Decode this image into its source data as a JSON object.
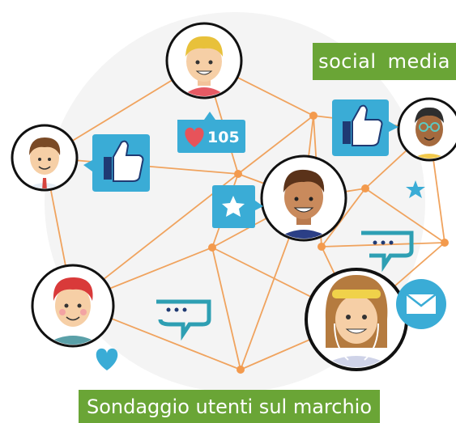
{
  "badges": {
    "top_label": "social  media",
    "bottom_label": "Sondaggio utenti sul marchio"
  },
  "like_counter": {
    "count": "105",
    "icon": "heart-icon"
  },
  "colors": {
    "network_line": "#f0a35e",
    "network_node": "#f39a4d",
    "bubble_blue": "#3aacd6",
    "icon_navy": "#1f3a73",
    "label_green": "#6aa536",
    "heart_red": "#e7535a",
    "chat_teal": "#2e9fb3"
  },
  "icons": [
    "thumbs-up-icon",
    "star-icon",
    "chat-bubble-icon",
    "envelope-icon",
    "heart-icon"
  ]
}
